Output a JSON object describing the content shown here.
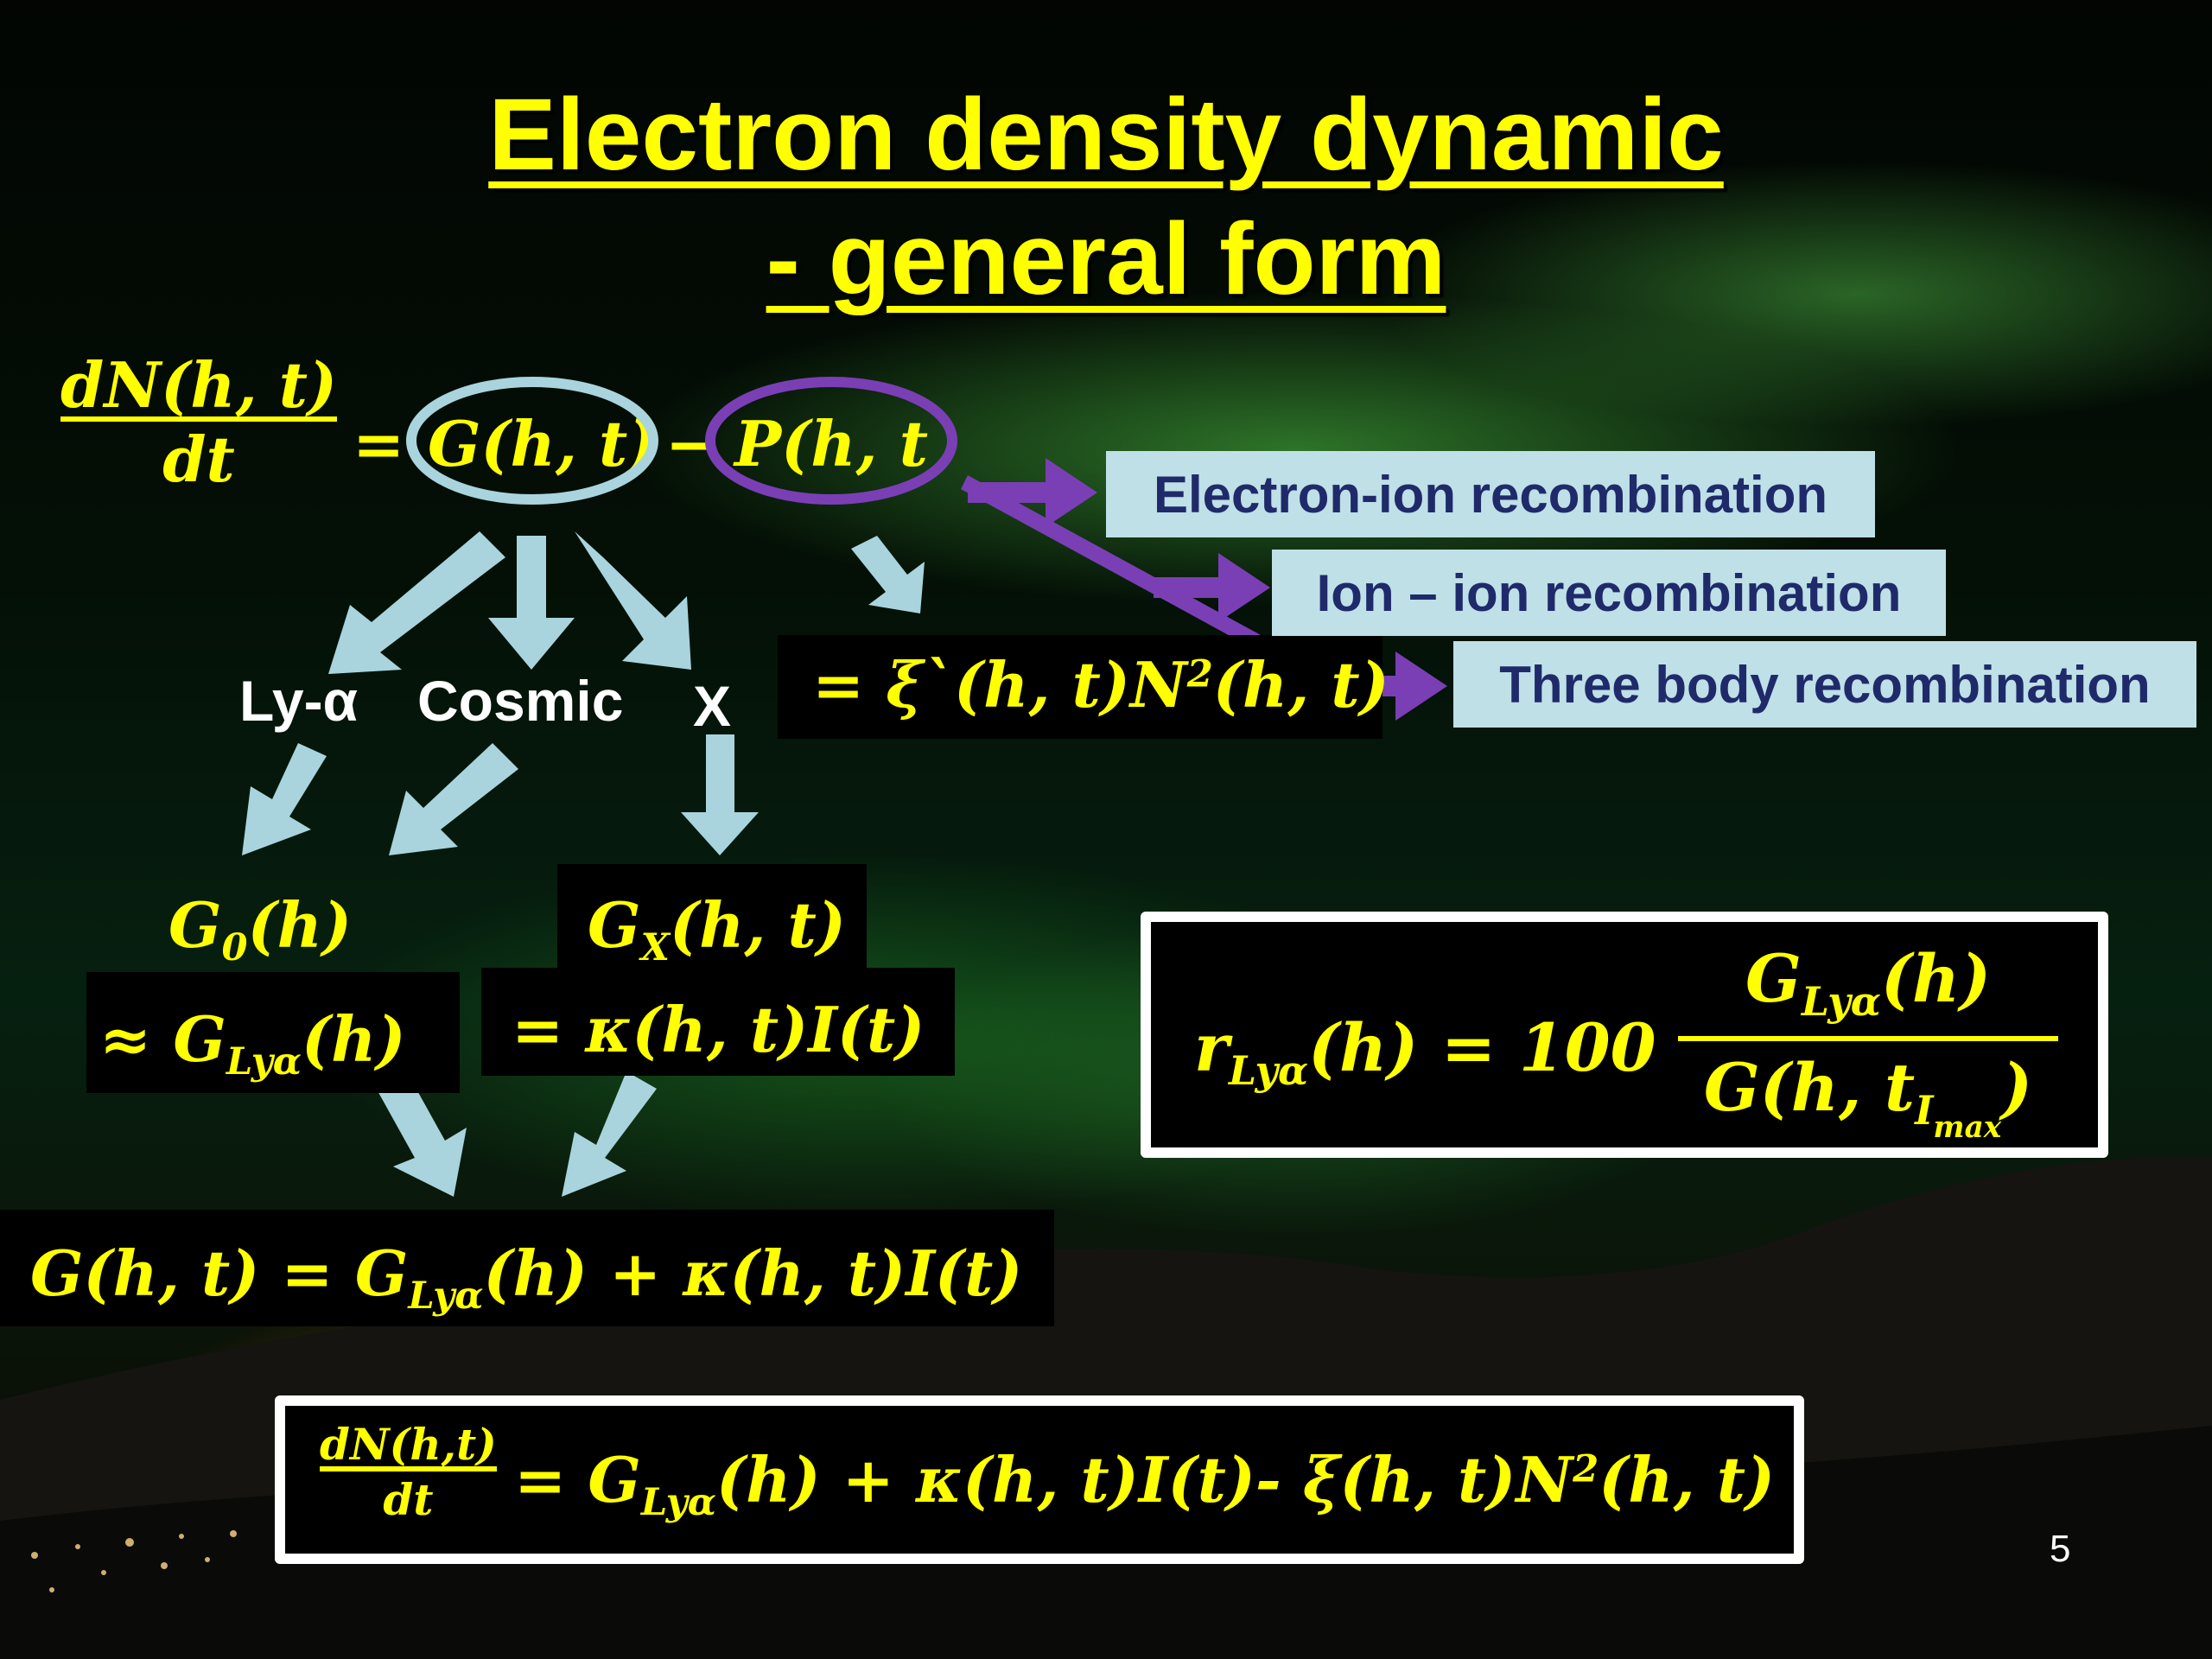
{
  "title": {
    "line1": "Electron density dynamic",
    "line2": "- general form"
  },
  "main_equation": {
    "numerator": "dN(h, t)",
    "denominator": "dt",
    "equals": "=",
    "production": "G(h, t)",
    "minus": "−",
    "loss": "P(h, t"
  },
  "sources": [
    "Ly-α",
    "Cosmic",
    "X"
  ],
  "loss_expression": {
    "prefix": "= ξ`(h, t)N",
    "power": "2",
    "suffix": "(h, t)"
  },
  "recombination": [
    "Electron-ion recombination",
    "Ion – ion recombination",
    "Three body recombination"
  ],
  "g0": {
    "line1_main": "G",
    "line1_sub": "0",
    "line1_rest": "(h)",
    "line2_prefix": "≈ G",
    "line2_sub": "Lyα",
    "line2_rest": "(h)"
  },
  "gx": {
    "line1_main": "G",
    "line1_sub": "X",
    "line1_rest": "(h, t)",
    "line2": "= κ(h, t)I(t)"
  },
  "ratio": {
    "lhs_main": "r",
    "lhs_sub": "Lyα",
    "lhs_rest": "(h) = 100",
    "num_main": "G",
    "num_sub": "Lyα",
    "num_rest": "(h)",
    "den_main": "G(h, t",
    "den_sub": "I",
    "den_subsub": "max",
    "den_rest": ")"
  },
  "combined": {
    "prefix": "G(h, t) = G",
    "sub": "Lyα",
    "suffix": "(h) + κ(h, t)I(t)"
  },
  "final": {
    "numerator": "dN(h,t)",
    "denominator": "dt",
    "middle_prefix": "= G",
    "middle_sub": "Lyα",
    "middle_rest": "(h) + κ(h, t)I(t)- ξ(h, t)N",
    "power": "2",
    "end": "(h, t)"
  },
  "page_number": "5",
  "colors": {
    "formula": "#ffff00",
    "arrow_light_blue": "#a9d4dd",
    "arrow_purple": "#7a3fb5",
    "label_box": "#bfe0e6",
    "label_text": "#1f2a6b"
  }
}
